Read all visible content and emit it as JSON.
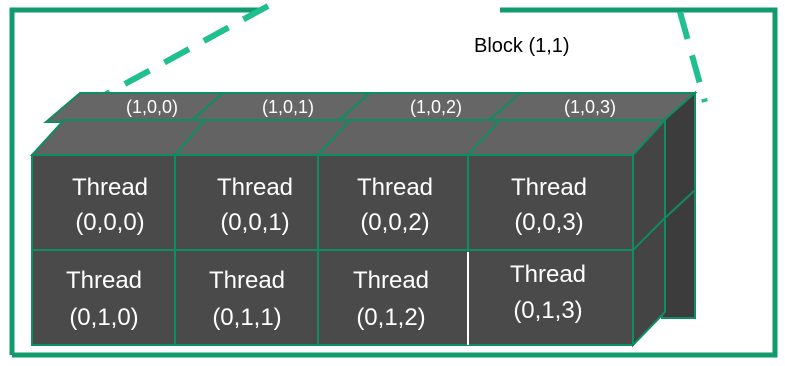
{
  "block_label": "Block (1,1)",
  "back_labels": [
    "(1,0,0)",
    "(1,0,1)",
    "(1,0,2)",
    "(1,0,3)"
  ],
  "threads": [
    {
      "word": "Thread",
      "index": "(0,0,0)"
    },
    {
      "word": "Thread",
      "index": "(0,0,1)"
    },
    {
      "word": "Thread",
      "index": "(0,0,2)"
    },
    {
      "word": "Thread",
      "index": "(0,0,3)"
    },
    {
      "word": "Thread",
      "index": "(0,1,0)"
    },
    {
      "word": "Thread",
      "index": "(0,1,1)"
    },
    {
      "word": "Thread",
      "index": "(0,1,2)"
    },
    {
      "word": "Thread",
      "index": "(0,1,3)"
    }
  ],
  "colors": {
    "frame": "#119a6e",
    "dashed": "#1fbf8f",
    "cube_front": "#4a4a4a",
    "cube_top": "#636363",
    "cube_side": "#3f3f3f",
    "edge": "#0e8c63"
  }
}
